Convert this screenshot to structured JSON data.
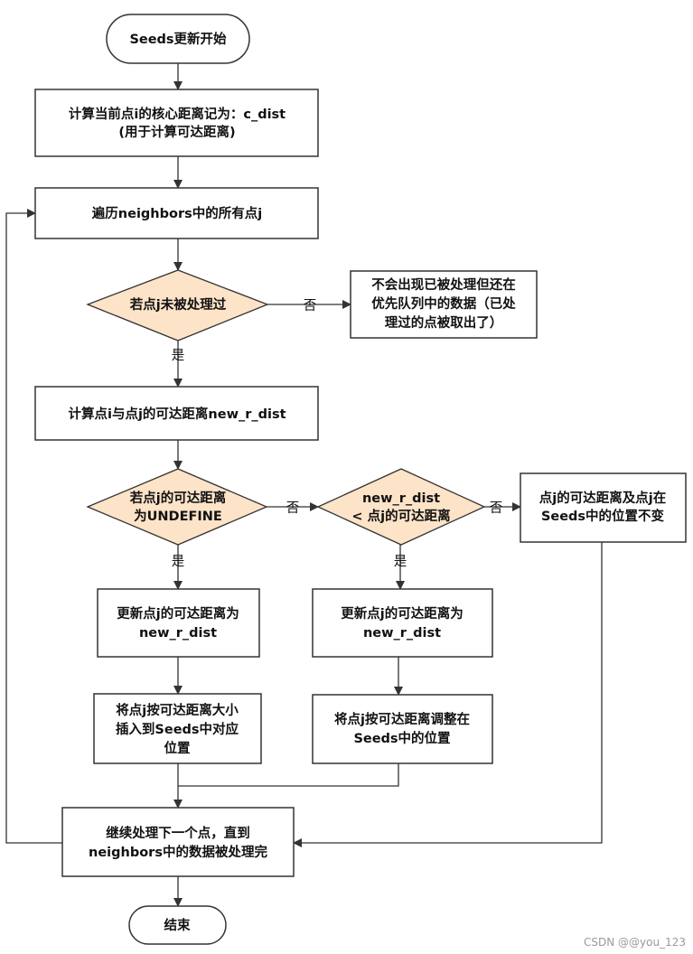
{
  "nodes": {
    "start": "Seeds更新开始",
    "compute_core_line1": "计算当前点i的核心距离记为：c_dist",
    "compute_core_line2": "(用于计算可达距离)",
    "loop_neighbors": "遍历neighbors中的所有点j",
    "decision_processed": "若点j未被处理过",
    "note_line1": "不会出现已被处理但还在",
    "note_line2": "优先队列中的数据（已处",
    "note_line3": "理过的点被取出了）",
    "compute_reach": "计算点i与点j的可达距离new_r_dist",
    "decision_undefine_line1": "若点j的可达距离",
    "decision_undefine_line2": "为UNDEFINE",
    "decision_compare_line1": "new_r_dist",
    "decision_compare_line2": "< 点j的可达距离",
    "unchanged_line1": "点j的可达距离及点j在",
    "unchanged_line2": "Seeds中的位置不变",
    "update_left_line1": "更新点j的可达距离为",
    "update_left_line2": "new_r_dist",
    "update_right_line1": "更新点j的可达距离为",
    "update_right_line2": "new_r_dist",
    "insert_line1": "将点j按可达距离大小",
    "insert_line2": "插入到Seeds中对应",
    "insert_line3": "位置",
    "adjust_line1": "将点j按可达距离调整在",
    "adjust_line2": "Seeds中的位置",
    "continue_line1": "继续处理下一个点，直到",
    "continue_line2": "neighbors中的数据被处理完",
    "end": "结束"
  },
  "edge_labels": {
    "yes": "是",
    "no": "否"
  },
  "colors": {
    "decision_fill": "#fde3c8",
    "line": "#333333"
  },
  "watermark": "CSDN @@you_123"
}
